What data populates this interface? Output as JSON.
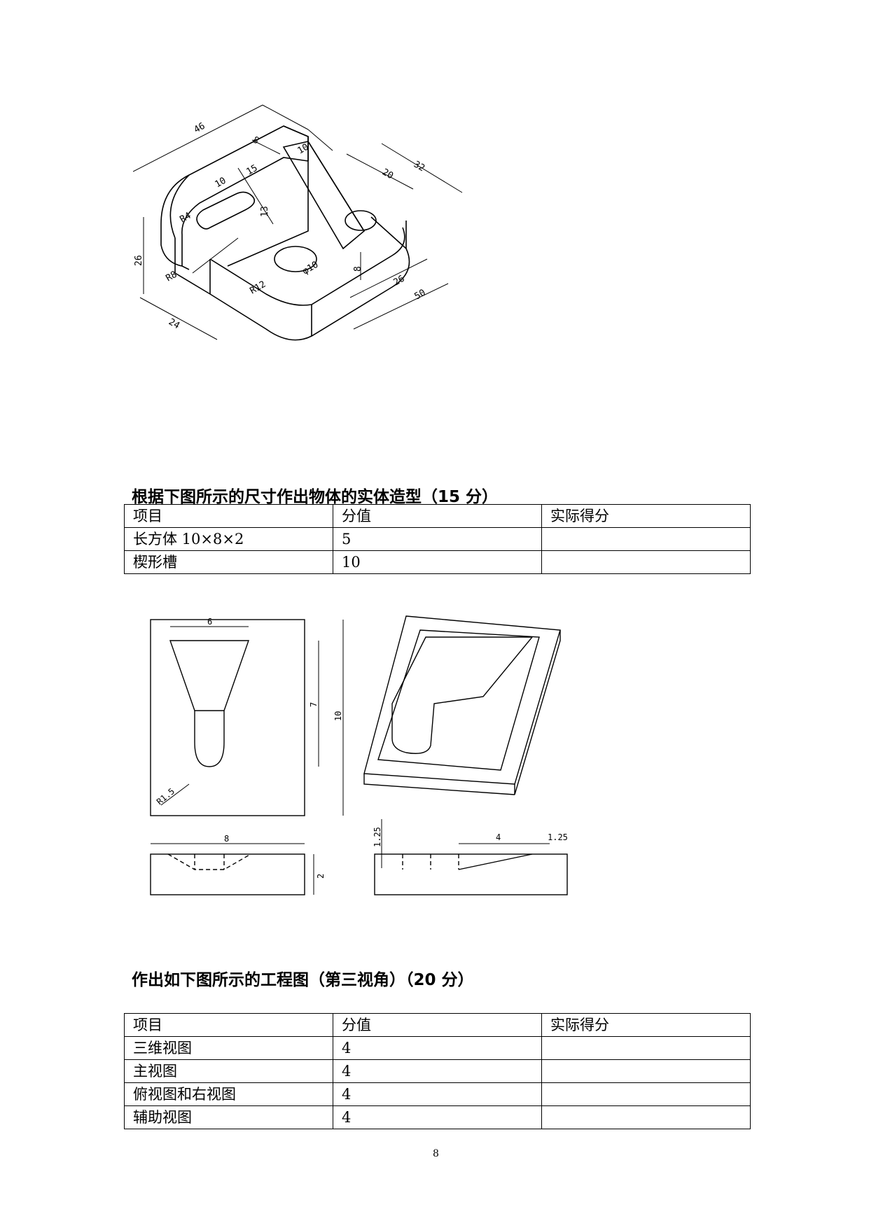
{
  "drawing1": {
    "dims": [
      "46",
      "8",
      "10",
      "20",
      "32",
      "10",
      "15",
      "R4",
      "13",
      "26",
      "R8",
      "24",
      "R12",
      "φ10",
      "8",
      "26",
      "50"
    ]
  },
  "section1": {
    "heading": "根据下图所示的尺寸作出物体的实体造型（15 分）",
    "table": {
      "headers": [
        "项目",
        "分值",
        "实际得分"
      ],
      "rows": [
        [
          "长方体 10×8×2",
          "5",
          ""
        ],
        [
          "楔形槽",
          "10",
          ""
        ]
      ]
    }
  },
  "drawing2": {
    "dims": [
      "6",
      "7",
      "10",
      "R1.5",
      "8",
      "2",
      "1.25",
      "4",
      "1.25"
    ]
  },
  "section2": {
    "heading": "作出如下图所示的工程图（第三视角）（20 分）",
    "table": {
      "headers": [
        "项目",
        "分值",
        "实际得分"
      ],
      "rows": [
        [
          "三维视图",
          "4",
          ""
        ],
        [
          "主视图",
          "4",
          ""
        ],
        [
          "俯视图和右视图",
          "4",
          ""
        ],
        [
          "辅助视图",
          "4",
          ""
        ]
      ]
    }
  },
  "page_number": "8"
}
